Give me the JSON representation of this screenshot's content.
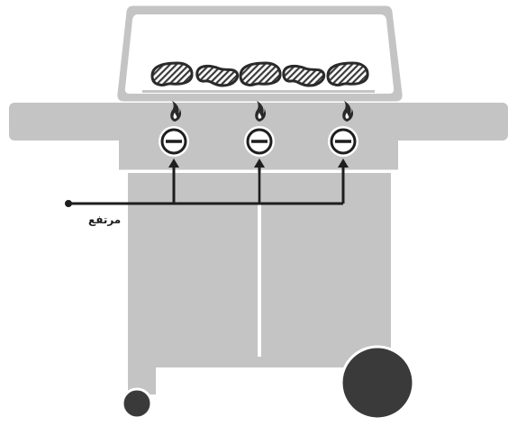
{
  "diagram": {
    "callout_label": "مرتفع",
    "colors": {
      "body_gray": "#c4c4c4",
      "outline": "#ffffff",
      "line": "#1e1e1e",
      "wheel": "#3a3a3a"
    },
    "parts": {
      "steaks": 5,
      "knobs": 3,
      "flame_icon": "flame-icon",
      "knob_icon": "knob-icon",
      "wheel_icon": "wheel-icon"
    }
  }
}
